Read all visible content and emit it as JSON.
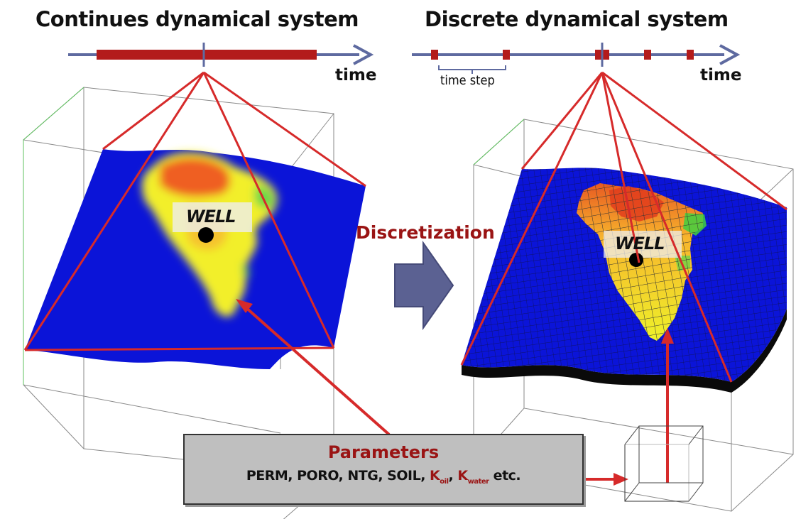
{
  "titles": {
    "continuous": "Continues dynamical system",
    "discrete": "Discrete dynamical system"
  },
  "timeline": {
    "left_axis_label": "time",
    "right_axis_label": "time",
    "time_step_label": "time step"
  },
  "well_label_left": "WELL",
  "well_label_right": "WELL",
  "discretization_label": "Discretization",
  "parameters": {
    "title": "Parameters",
    "list_prefix": "PERM, PORO, NTG, SOIL, ",
    "k_oil_main": "K",
    "k_oil_sub": "oil",
    "separator": ", ",
    "k_water_main": "K",
    "k_water_sub": "water",
    "list_suffix": " etc."
  },
  "colors": {
    "timeline_axis": "#5e6aa0",
    "interval_red": "#b31b1b",
    "projection_red": "#d62a2a",
    "reservoir_blue": "#0b14d8",
    "arrow_fill": "#5b6192",
    "parameter_box": "#bfbfbf",
    "label_red": "#9a1414"
  },
  "icons": {
    "axis_arrow": "arrow-right-icon",
    "discretization_arrow": "block-arrow-right-icon",
    "grid_cell": "cube-icon"
  }
}
